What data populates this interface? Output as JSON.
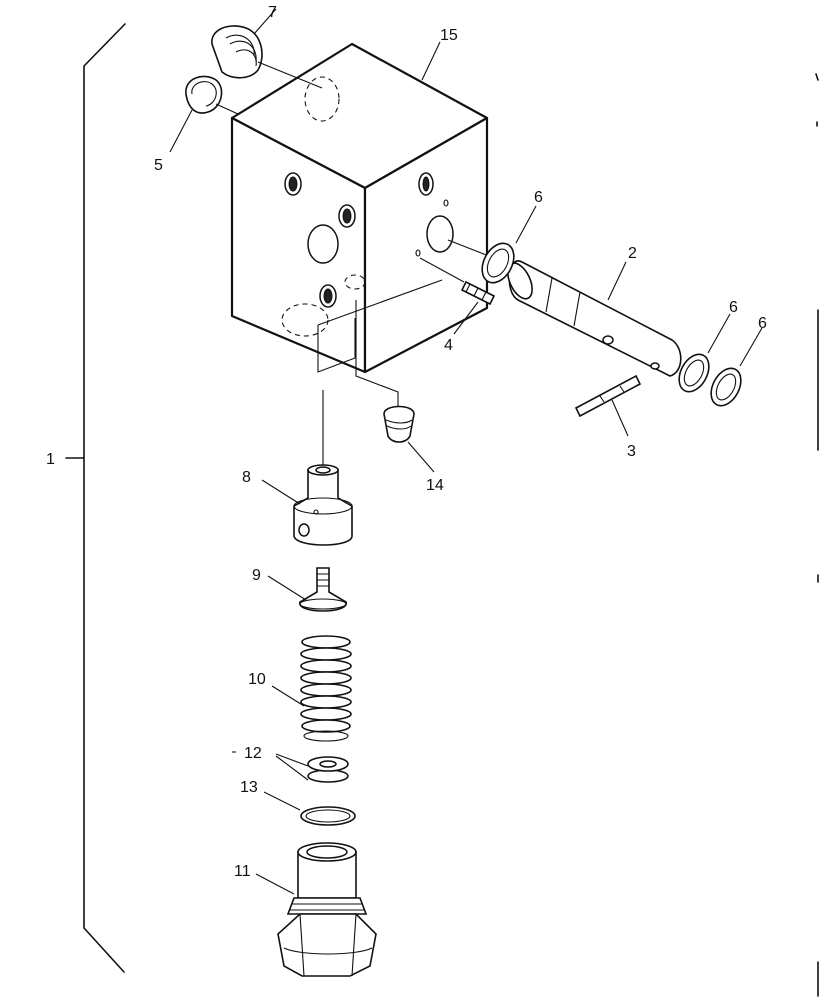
{
  "figure": {
    "background": "#ffffff",
    "ink": "#111111"
  },
  "callouts": [
    {
      "id": "assembly",
      "label": "1"
    },
    {
      "id": "shaft",
      "label": "2"
    },
    {
      "id": "long-pin",
      "label": "3"
    },
    {
      "id": "short-pin",
      "label": "4"
    },
    {
      "id": "snap-ring",
      "label": "5"
    },
    {
      "id": "o-ring-a",
      "label": "6"
    },
    {
      "id": "o-ring-b",
      "label": "6"
    },
    {
      "id": "o-ring-c",
      "label": "6"
    },
    {
      "id": "plug-top",
      "label": "7"
    },
    {
      "id": "valve-seat",
      "label": "8"
    },
    {
      "id": "poppet",
      "label": "9"
    },
    {
      "id": "spring",
      "label": "10"
    },
    {
      "id": "adjuster-plug",
      "label": "11"
    },
    {
      "id": "shims",
      "label": "12"
    },
    {
      "id": "o-ring-plug",
      "label": "13"
    },
    {
      "id": "plug-small",
      "label": "14"
    },
    {
      "id": "valve-block",
      "label": "15"
    }
  ]
}
